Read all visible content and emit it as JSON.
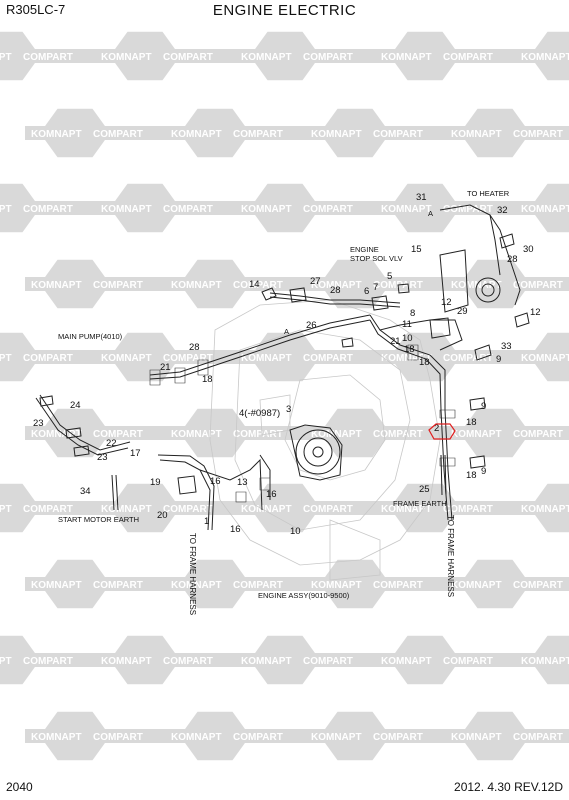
{
  "header": {
    "model": "R305LC-7",
    "title": "ENGINE ELECTRIC"
  },
  "footer": {
    "page_number": "2040",
    "date_rev": "2012. 4.30  REV.12D"
  },
  "watermark": {
    "word1": "KOMNAPT",
    "word2": "COMPART",
    "color": "#d9d9d9"
  },
  "labels": {
    "to_heater": "TO HEATER",
    "engine_line1": "ENGINE",
    "engine_line2": "STOP SOL VLV",
    "main_pump": "MAIN PUMP(4010)",
    "start_motor_earth": "START MOTOR EARTH",
    "frame_earth": "FRAME EARTH",
    "engine_assy": "ENGINE ASSY(9010-9500)",
    "to_frame_harness_left": "TO FRAME HARNESS",
    "to_frame_harness_right": "TO FRAME HARNESS",
    "ref_4": "4(-#0987)",
    "letter_a1": "A",
    "letter_a2": "A"
  },
  "callouts": [
    "31",
    "32",
    "30",
    "28",
    "15",
    "12",
    "29",
    "12",
    "33",
    "9",
    "5",
    "7",
    "6",
    "11",
    "10",
    "8",
    "27",
    "14",
    "28",
    "26",
    "21",
    "18",
    "28",
    "21",
    "18",
    "24",
    "23",
    "22",
    "23",
    "18",
    "9",
    "3",
    "2",
    "18",
    "9",
    "17",
    "19",
    "16",
    "13",
    "16",
    "18",
    "25",
    "34",
    "20",
    "1",
    "16",
    "10"
  ],
  "highlight_color": "#e02020"
}
